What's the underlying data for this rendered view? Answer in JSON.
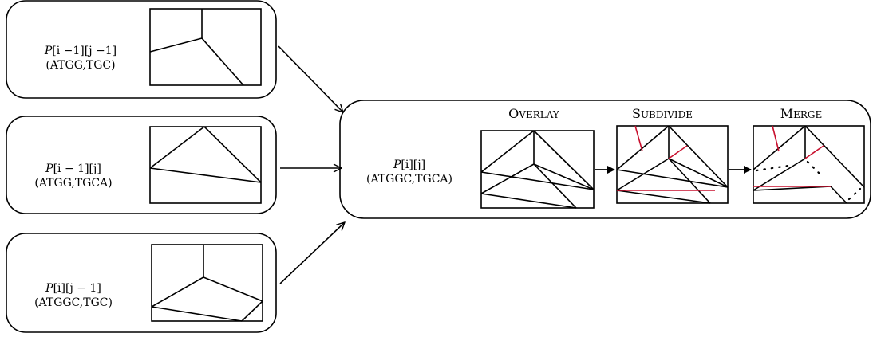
{
  "inputs": [
    {
      "label_var": "P",
      "label_index": "[i −1][j −1]",
      "label_pair": "(ATGG,TGC)"
    },
    {
      "label_var": "P",
      "label_index": "[i − 1][j]",
      "label_pair": "(ATGG,TGCA)"
    },
    {
      "label_var": "P",
      "label_index": "[i][j − 1]",
      "label_pair": "(ATGGC,TGC)"
    }
  ],
  "target": {
    "label_var": "P",
    "label_index": "[i][j]",
    "label_pair": "(ATGGC,TGCA)"
  },
  "stages": [
    {
      "cap_first": "O",
      "cap_rest": "VERLAY"
    },
    {
      "cap_first": "S",
      "cap_rest": "UBDIVIDE"
    },
    {
      "cap_first": "M",
      "cap_rest": "ERGE"
    }
  ],
  "colors": {
    "stroke": "#000000",
    "highlight": "#c8102e"
  }
}
